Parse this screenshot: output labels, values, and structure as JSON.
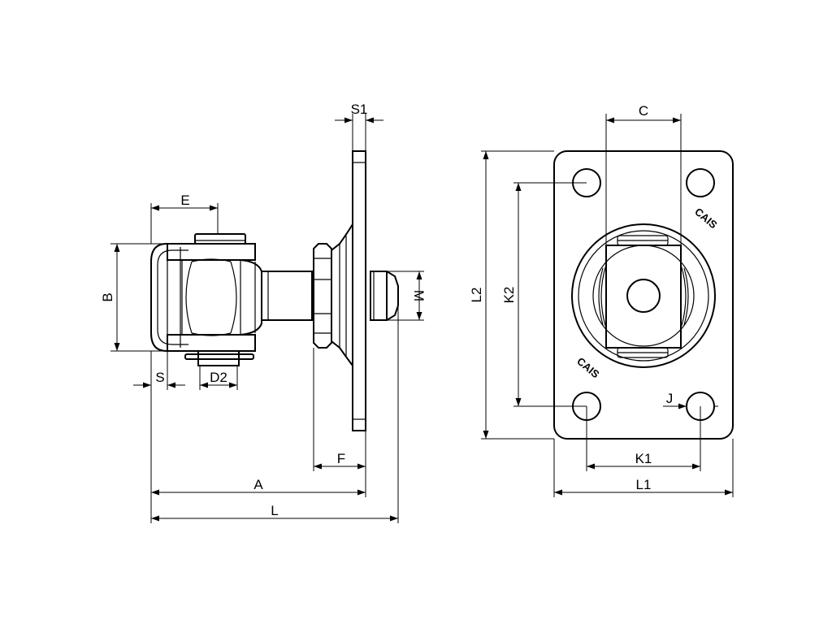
{
  "side_view": {
    "labels": {
      "s1": "S1",
      "e": "E",
      "b": "B",
      "m": "M",
      "s": "S",
      "d2": "D2",
      "f": "F",
      "a": "A",
      "l": "L"
    }
  },
  "front_view": {
    "labels": {
      "c": "C",
      "l2": "L2",
      "k2": "K2",
      "j": "J",
      "k1": "K1",
      "l1": "L1"
    },
    "logo_top": "CAIS",
    "logo_bottom": "CAIS"
  }
}
